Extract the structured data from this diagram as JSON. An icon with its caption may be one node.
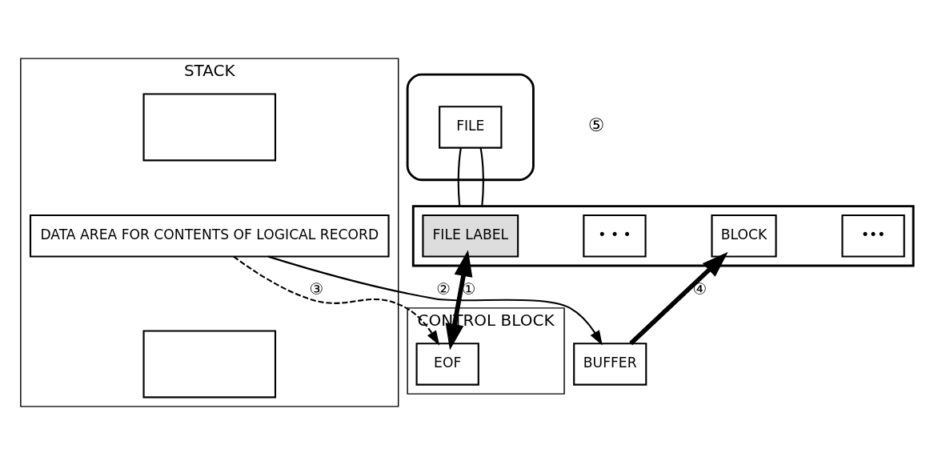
{
  "diagram": {
    "nodes": [
      {
        "text": [
          "STACK"
        ]
      },
      {
        "text": [],
        "shape": "box",
        "in": 0
      },
      {
        "text": [
          "DATA AREA FOR CONTENTS OF LOGICAL RECORD"
        ],
        "in": 0
      },
      {
        "text": [],
        "shape": "box",
        "in": 0
      },
      {
        "text": [
          "CONTROL BLOCK"
        ]
      },
      {
        "text": [
          "EOF"
        ],
        "in": 4
      },
      {
        "text": [],
        "shape": "cylinder"
      },
      {
        "text": [
          "FILE"
        ],
        "in": 6
      },
      {
        "text": [],
        "shape": "bar"
      },
      {
        "text": [
          "FILE LABEL"
        ],
        "in": 8
      },
      {
        "text": [
          "• • •"
        ],
        "in": 8
      },
      {
        "text": [
          "BLOCK"
        ],
        "in": 8
      },
      {
        "text": [
          "•••"
        ],
        "in": 8
      },
      {
        "text": [
          "BUFFER"
        ]
      }
    ],
    "edges": [
      {
        "from": 5,
        "to": 9,
        "arrow": "both",
        "style": "thick",
        "label": "①"
      },
      {
        "from": 2,
        "to": 13,
        "arrow": "to",
        "label": "②"
      },
      {
        "from": 2,
        "to": 5,
        "arrow": "to",
        "style": "dashed",
        "label": "③"
      },
      {
        "from": 13,
        "to": 11,
        "arrow": "to",
        "style": "thick",
        "label": "④"
      },
      {
        "from": 7,
        "to": 8,
        "arrow": "none"
      },
      {
        "from": 7,
        "to": 8,
        "arrow": "none"
      }
    ],
    "labels": [
      "⑤"
    ]
  }
}
